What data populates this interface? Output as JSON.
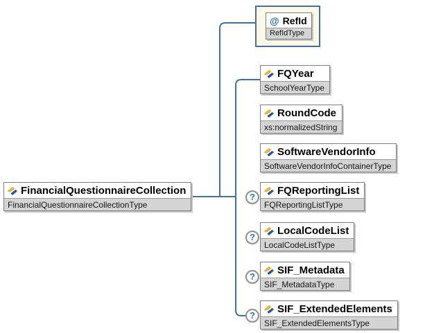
{
  "diagram": {
    "root": {
      "name": "FinancialQuestionnaireCollection",
      "type": "FinancialQuestionnaireCollectionType"
    },
    "attribute": {
      "name": "RefId",
      "type": "RefIdType",
      "marker": "@"
    },
    "children": [
      {
        "name": "FQYear",
        "type": "SchoolYearType",
        "optional": false
      },
      {
        "name": "RoundCode",
        "type": "xs:normalizedString",
        "optional": false
      },
      {
        "name": "SoftwareVendorInfo",
        "type": "SoftwareVendorInfoContainerType",
        "optional": false
      },
      {
        "name": "FQReportingList",
        "type": "FQReportingListType",
        "optional": true
      },
      {
        "name": "LocalCodeList",
        "type": "LocalCodeListType",
        "optional": true
      },
      {
        "name": "SIF_Metadata",
        "type": "SIF_MetadataType",
        "optional": true
      },
      {
        "name": "SIF_ExtendedElements",
        "type": "SIF_ExtendedElementsType",
        "optional": true
      }
    ],
    "optional_marker": "?",
    "colors": {
      "connector": "#41719c",
      "attribute_container_bg": "#fcf9e6",
      "attribute_container_border": "#41719c",
      "type_band_bg": "#d4d4d4",
      "node_border": "#7d7d7d",
      "optional_question": "#2e74b5",
      "icon_yellow": "#f5b41f",
      "icon_blue": "#2053a4",
      "attribute_at": "#2a64b0"
    }
  }
}
